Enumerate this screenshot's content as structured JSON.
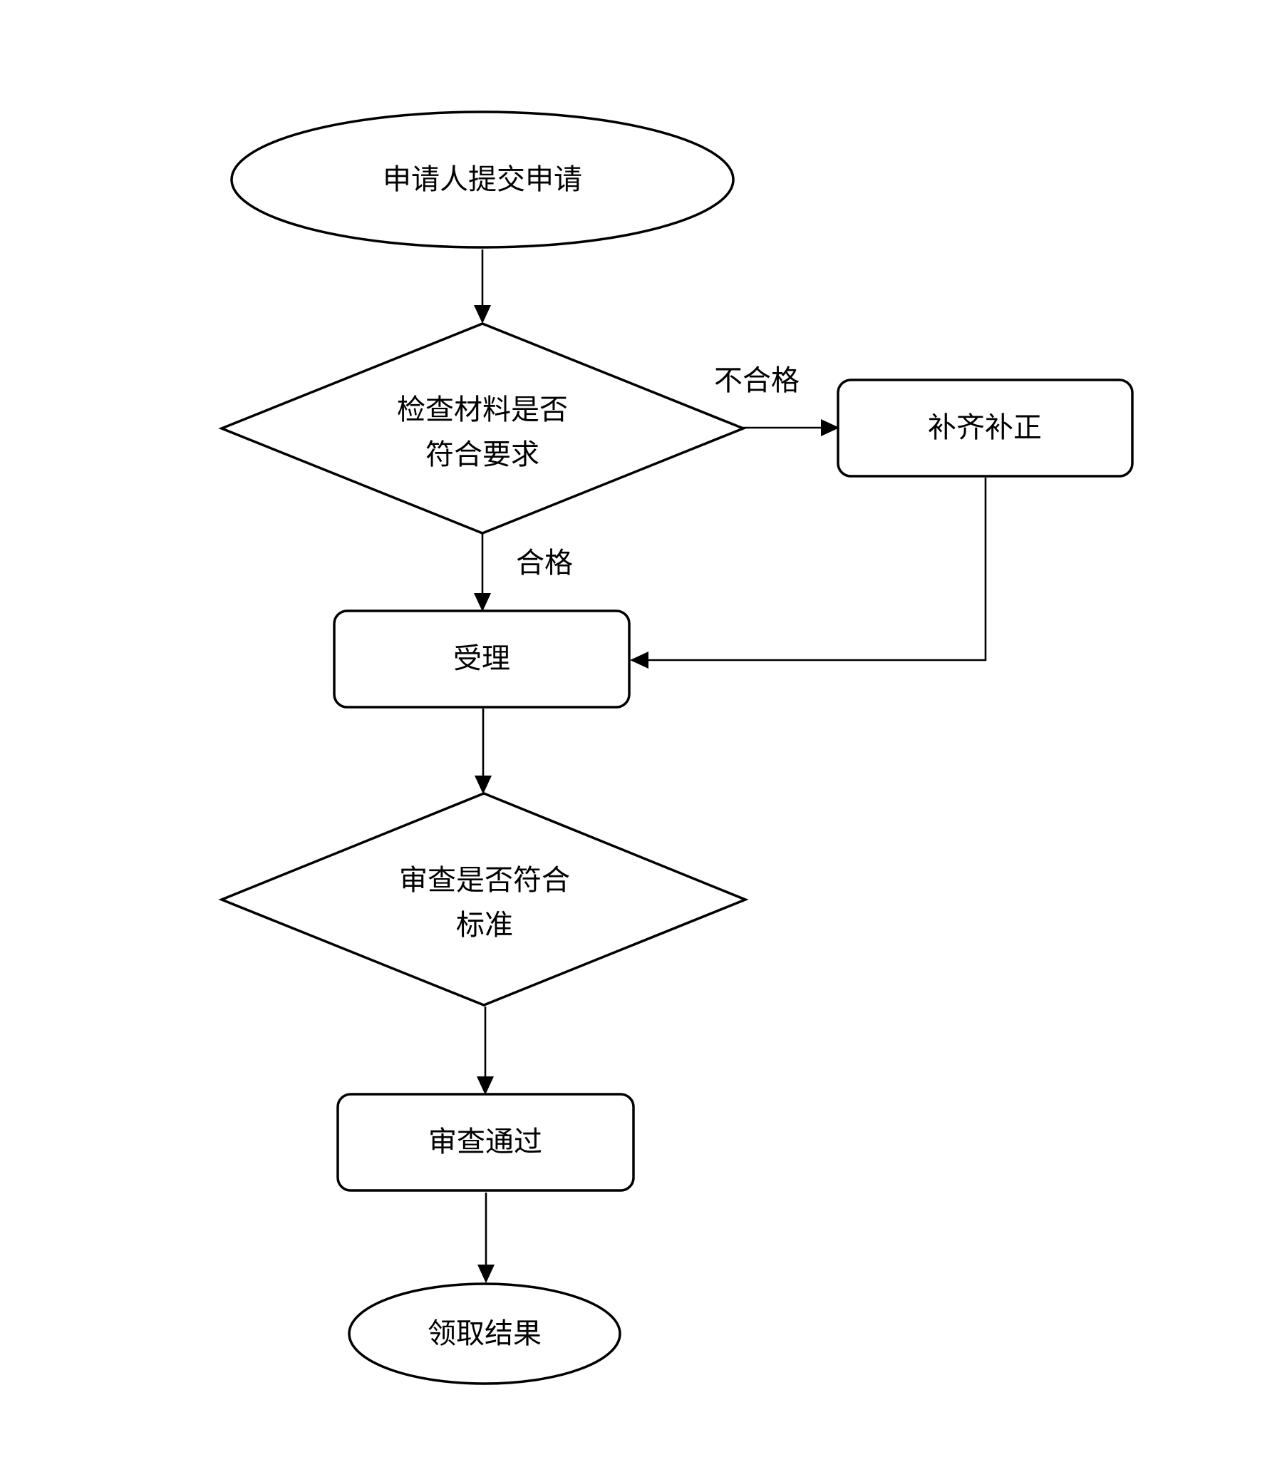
{
  "flowchart": {
    "nodes": {
      "start": {
        "shape": "ellipse",
        "label": "申请人提交申请"
      },
      "check_materials": {
        "shape": "diamond",
        "label_lines": [
          "检查材料是否",
          "符合要求"
        ]
      },
      "supplement": {
        "shape": "rounded-rect",
        "label": "补齐补正"
      },
      "accept": {
        "shape": "rounded-rect",
        "label": "受理"
      },
      "review_standard": {
        "shape": "diamond",
        "label_lines": [
          "审查是否符合",
          "标准"
        ]
      },
      "review_passed": {
        "shape": "rounded-rect",
        "label": "审查通过"
      },
      "collect_result": {
        "shape": "ellipse",
        "label": "领取结果"
      }
    },
    "edges": [
      {
        "from": "start",
        "to": "check_materials",
        "label": ""
      },
      {
        "from": "check_materials",
        "to": "supplement",
        "label": "不合格"
      },
      {
        "from": "check_materials",
        "to": "accept",
        "label": "合格"
      },
      {
        "from": "supplement",
        "to": "accept",
        "label": ""
      },
      {
        "from": "accept",
        "to": "review_standard",
        "label": ""
      },
      {
        "from": "review_standard",
        "to": "review_passed",
        "label": ""
      },
      {
        "from": "review_passed",
        "to": "collect_result",
        "label": ""
      }
    ]
  },
  "colors": {
    "stroke": "#000000",
    "fill": "#ffffff",
    "text": "#000000",
    "background": "#ffffff"
  }
}
